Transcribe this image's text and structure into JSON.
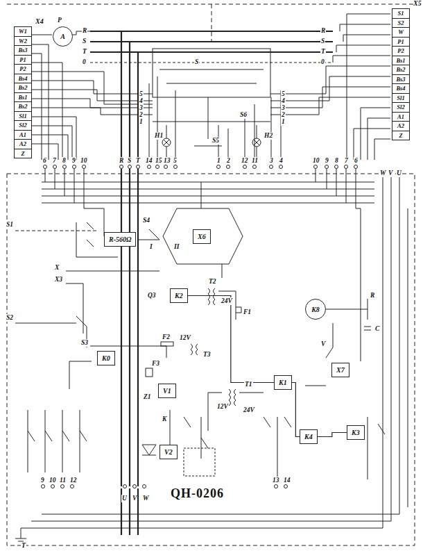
{
  "diagram": {
    "nodes": [
      {
        "text": [
          "X4",
          "W1",
          "W2",
          "Bs3",
          "P1",
          "P2",
          "Bs4",
          "Bs2",
          "Bs1",
          "Bs2",
          "Sl1",
          "Sl2",
          "A1",
          "A2",
          "Z"
        ]
      },
      {
        "text": [
          "X5",
          "S1",
          "S2",
          "W",
          "P1",
          "P2",
          "Bs1",
          "Bs2",
          "Bs3",
          "Bs4",
          "Sl1",
          "Sl2",
          "A1",
          "A2",
          "Z"
        ]
      },
      {
        "text": [
          "A"
        ]
      },
      {
        "text": [
          "X6"
        ]
      },
      {
        "text": [
          "K2"
        ]
      },
      {
        "text": [
          "K8"
        ]
      },
      {
        "text": [
          "K0"
        ]
      },
      {
        "text": [
          "V1"
        ]
      },
      {
        "text": [
          "K1"
        ]
      },
      {
        "text": [
          "X7"
        ]
      },
      {
        "text": [
          "K4"
        ]
      },
      {
        "text": [
          "K3"
        ]
      },
      {
        "text": [
          "V2"
        ]
      },
      {
        "text": [
          "R-560Ω"
        ]
      }
    ],
    "edges": [
      {
        "from": 4,
        "to": 8,
        "arrow": "none"
      },
      {
        "from": 8,
        "to": 10,
        "arrow": "none"
      },
      {
        "from": 10,
        "to": 11,
        "arrow": "none"
      }
    ],
    "labels": [
      "P",
      "R",
      "S",
      "T",
      "0",
      "R",
      "S",
      "T",
      "0",
      "S",
      "S6",
      "S5",
      "H1",
      "H2",
      "5",
      "4",
      "3",
      "2",
      "1",
      "5",
      "4",
      "3",
      "2",
      "1",
      "6",
      "7",
      "8",
      "9",
      "10",
      "R",
      "S",
      "T",
      "14",
      "15",
      "13",
      "5",
      "1",
      "2",
      "12",
      "11",
      "3",
      "4",
      "10",
      "9",
      "8",
      "7",
      "6",
      "W",
      "V",
      "U",
      "S1",
      "S4",
      "I",
      "II",
      "X",
      "X3",
      "S2",
      "T2",
      "24V",
      "F1",
      "Q3",
      "R",
      "C",
      "V",
      "F2",
      "12V",
      "T3",
      "S3",
      "F3",
      "T1",
      "12V",
      "24V",
      "K",
      "Z1",
      "U",
      "V",
      "W",
      "9",
      "10",
      "11",
      "12",
      "13",
      "14",
      "T",
      "QH-0206"
    ]
  }
}
